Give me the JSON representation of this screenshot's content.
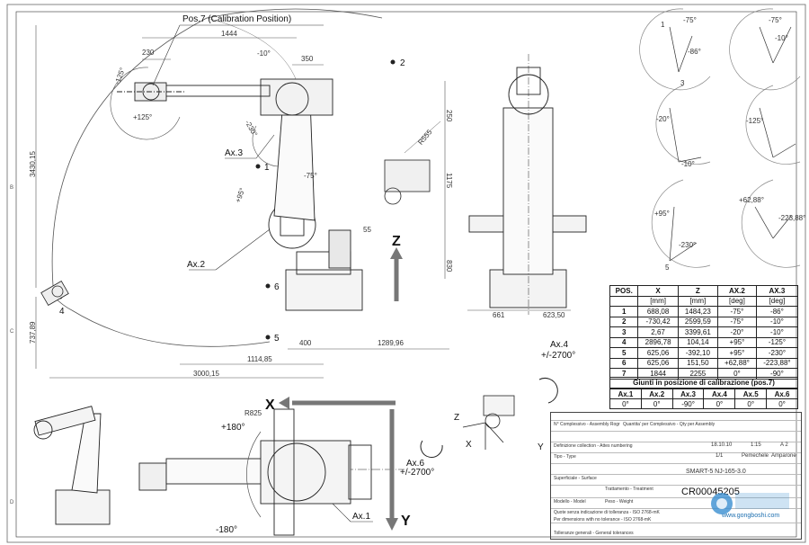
{
  "labels": {
    "pos7": "Pos.7 (Calibration Position)",
    "ax3": "Ax.3",
    "ax2": "Ax.2",
    "ax1": "Ax.1",
    "ax4": "Ax.4",
    "ax4_range": "+/-2700°",
    "ax6": "Ax.6",
    "ax6_range": "+/-2700°",
    "z_axis": "Z",
    "x_axis": "X",
    "y_axis": "Y",
    "z_small": "Z",
    "x_small": "X",
    "y_small": "Y",
    "r825": "R825",
    "r555": "R555",
    "plus180": "+180°",
    "minus180": "-180°",
    "pt1": "1",
    "pt2": "2",
    "pt4": "4",
    "pt5": "5",
    "pt6": "6"
  },
  "dims": {
    "d1444": "1444",
    "d230": "230",
    "d350": "350",
    "dm10": "-10°",
    "dm125": "-125°",
    "dp125": "+125°",
    "dm230": "-230°",
    "dm75": "-75°",
    "dp95": "+95°",
    "d250": "250",
    "d1175": "1175",
    "d830": "830",
    "d55": "55",
    "d400": "400",
    "d128996": "1289,96",
    "d111485": "1114,85",
    "d300015": "3000,15",
    "d343015": "3430,15",
    "d73789": "737,89",
    "d661": "661",
    "d62350": "623,50"
  },
  "pose_labels": {
    "a1": "1",
    "a_m75": "-75°",
    "a_m86": "-86°",
    "a_m75b": "-75°",
    "a_m10": "-10°",
    "a3": "3",
    "a_m20": "-20°",
    "a_m125": "-125°",
    "a_m10b": "-10°",
    "a_p95": "+95°",
    "a_m230": "-230°",
    "a5": "5",
    "a_p6288": "+62,88°",
    "a_m22388": "-223,88°"
  },
  "table": {
    "headers": [
      "POS.",
      "X",
      "Z",
      "AX.2",
      "AX.3"
    ],
    "units": [
      "",
      "[mm]",
      "[mm]",
      "[deg]",
      "[deg]"
    ],
    "rows": [
      [
        "1",
        "688,08",
        "1484,23",
        "-75°",
        "-86°"
      ],
      [
        "2",
        "-730,42",
        "2599,59",
        "-75°",
        "-10°"
      ],
      [
        "3",
        "2,67",
        "3399,61",
        "-20°",
        "-10°"
      ],
      [
        "4",
        "2896,78",
        "104,14",
        "+95°",
        "-125°"
      ],
      [
        "5",
        "625,06",
        "-392,10",
        "+95°",
        "-230°"
      ],
      [
        "6",
        "625,06",
        "151,50",
        "+62,88°",
        "-223,88°"
      ],
      [
        "7",
        "1844",
        "2255",
        "0°",
        "-90°"
      ]
    ]
  },
  "calibration": {
    "title": "Giunti in posizione di calibrazione (pos.7)",
    "headers": [
      "Ax.1",
      "Ax.2",
      "Ax.3",
      "Ax.4",
      "Ax.5",
      "Ax.6"
    ],
    "values": [
      "0°",
      "0°",
      "-90°",
      "0°",
      "0°",
      "0°"
    ]
  },
  "titleblock": {
    "date": "18.10.10",
    "scale": "1:15",
    "format": "A 2",
    "sheet": "1/1",
    "designer": "Pemechele",
    "checker": "Amparone",
    "code": "SMART-5 NJ-165-3.0",
    "drawing_no": "CR00045205",
    "r1": "N° Complessivo - Assembly Rogr",
    "r2": "Quantita' per Complessivo - Qty per Assembly",
    "r3": "Definizione collection - Attes numbering",
    "r4": "Tipo - Type",
    "r5": "Superficiale - Surface",
    "r6": "Trattamento - Treatment",
    "r7": "Modello - Model",
    "r8": "Peso - Weight",
    "r9": "Quote senza indicazione di tolleranza - ISO 2768-mK",
    "r10": "Per dimensions with no tolerance - ISO 2768-mK",
    "r11": "Tolleranze generali - General tolerances",
    "watermark": "www.gongboshi.com"
  }
}
